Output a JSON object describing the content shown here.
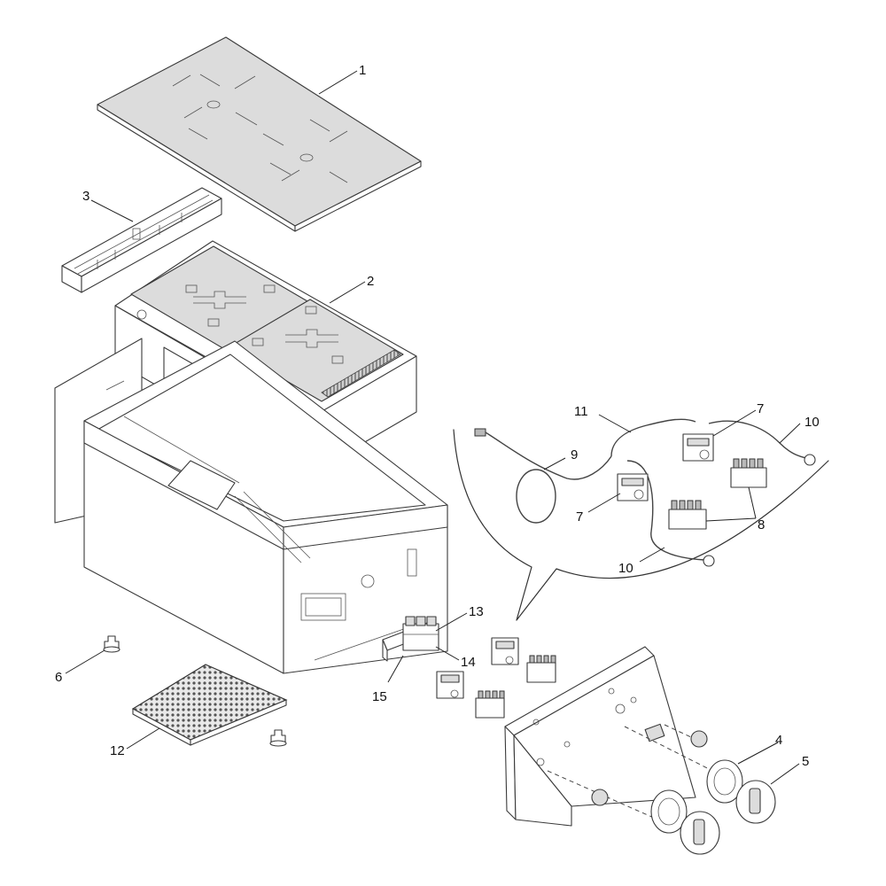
{
  "callouts": [
    "1",
    "2",
    "3",
    "4",
    "5",
    "6",
    "7",
    "7",
    "8",
    "9",
    "10",
    "10",
    "11",
    "12",
    "13",
    "14",
    "15"
  ],
  "colors": {
    "line": "#333333",
    "panel_fill": "#dcdcdc",
    "background": "#ffffff"
  }
}
